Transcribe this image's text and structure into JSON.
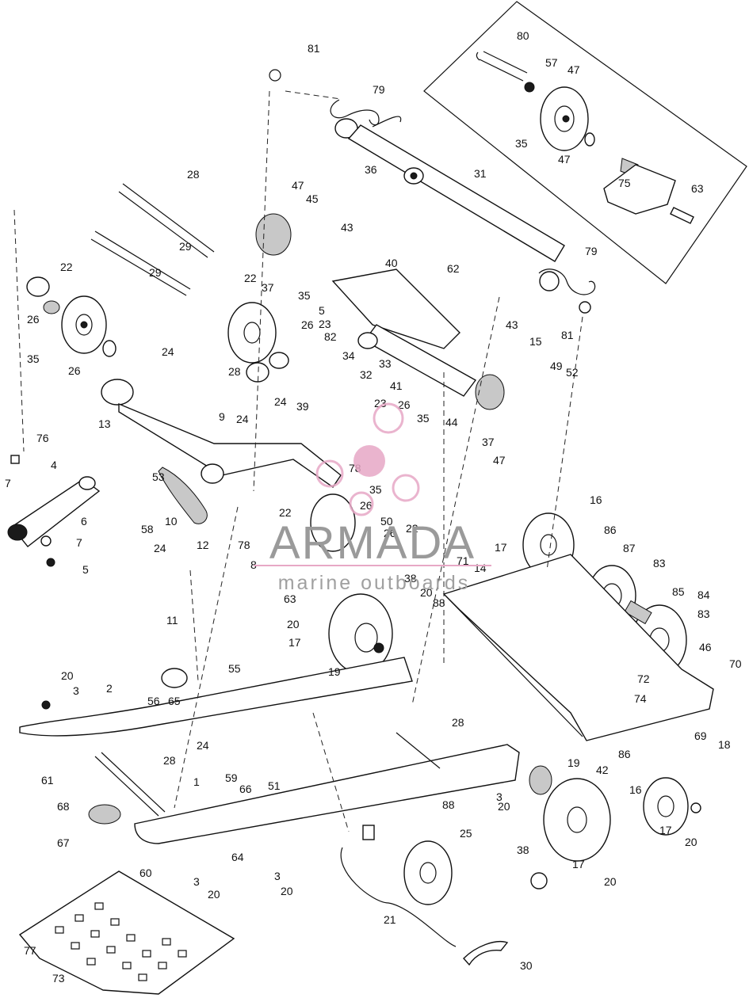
{
  "diagram": {
    "type": "exploded parts diagram",
    "labels": [
      "81",
      "79",
      "80",
      "57",
      "47",
      "35",
      "47",
      "75",
      "63",
      "36",
      "31",
      "79",
      "81",
      "28",
      "47",
      "45",
      "43",
      "29",
      "29",
      "22",
      "37",
      "40",
      "62",
      "22",
      "26",
      "35",
      "5",
      "26",
      "23",
      "82",
      "34",
      "33",
      "43",
      "15",
      "35",
      "24",
      "26",
      "24",
      "28",
      "39",
      "32",
      "41",
      "49",
      "52",
      "44",
      "76",
      "13",
      "9",
      "24",
      "23",
      "26",
      "35",
      "4",
      "7",
      "53",
      "78",
      "37",
      "47",
      "35",
      "6",
      "58",
      "26",
      "22",
      "50",
      "10",
      "24",
      "12",
      "78",
      "26",
      "22",
      "16",
      "7",
      "5",
      "8",
      "63",
      "20",
      "17",
      "86",
      "87",
      "38",
      "71",
      "14",
      "20",
      "88",
      "83",
      "85",
      "84",
      "17",
      "83",
      "11",
      "19",
      "46",
      "70",
      "20",
      "55",
      "56",
      "65",
      "3",
      "2",
      "72",
      "74",
      "24",
      "61",
      "28",
      "19",
      "42",
      "69",
      "18",
      "86",
      "16",
      "28",
      "51",
      "59",
      "66",
      "1",
      "68",
      "67",
      "88",
      "3",
      "20",
      "25",
      "64",
      "17",
      "20",
      "60",
      "3",
      "20",
      "3",
      "20",
      "38",
      "17",
      "20",
      "21",
      "30",
      "77",
      "73"
    ]
  },
  "watermark": {
    "brand": "ARMADA",
    "tagline": "marine outboards",
    "logo_color": "#e7a8c6"
  }
}
